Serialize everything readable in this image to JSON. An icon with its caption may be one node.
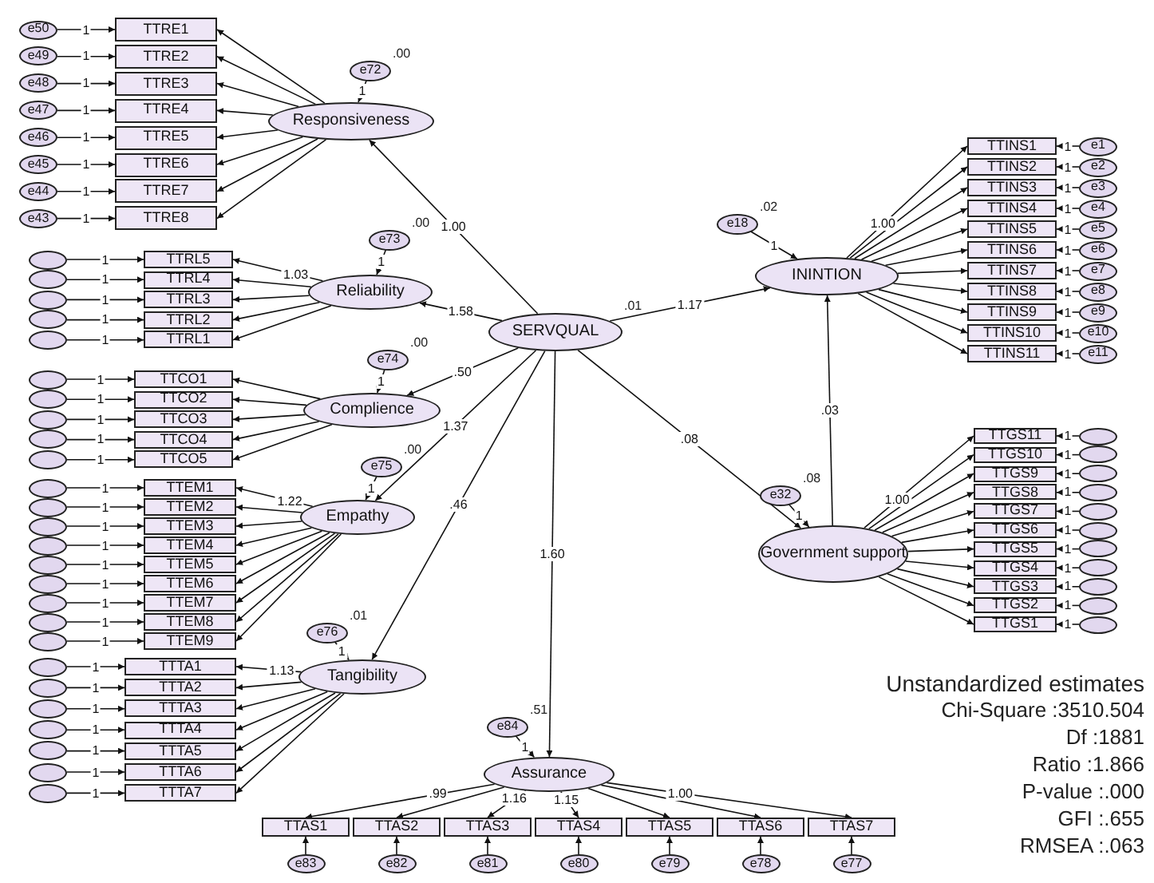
{
  "diagram": {
    "nodes": [
      {
        "text": [
          "SERVQUAL"
        ],
        "beside": [
          ".01"
        ]
      },
      {
        "text": [
          "Responsiveness"
        ]
      },
      {
        "text": [
          "Reliability"
        ]
      },
      {
        "text": [
          "Complience"
        ]
      },
      {
        "text": [
          "Empathy"
        ]
      },
      {
        "text": [
          "Tangibility"
        ]
      },
      {
        "text": [
          "Assurance"
        ]
      },
      {
        "text": [
          "ININTION"
        ]
      },
      {
        "text": [
          "Government support"
        ]
      },
      {
        "text": [
          "e72"
        ],
        "beside": [
          ".00"
        ]
      },
      {
        "text": [
          "e73"
        ],
        "beside": [
          ".00"
        ]
      },
      {
        "text": [
          "e74"
        ],
        "beside": [
          ".00"
        ]
      },
      {
        "text": [
          "e75"
        ],
        "beside": [
          ".00"
        ]
      },
      {
        "text": [
          "e76"
        ],
        "beside": [
          ".01"
        ]
      },
      {
        "text": [
          "e84"
        ],
        "beside": [
          ".51"
        ]
      },
      {
        "text": [
          "e18"
        ],
        "beside": [
          ".02"
        ]
      },
      {
        "text": [
          "e32"
        ],
        "beside": [
          ".08"
        ]
      },
      {
        "text": [
          "TTRE1"
        ]
      },
      {
        "text": [
          "TTRE2"
        ]
      },
      {
        "text": [
          "TTRE3"
        ]
      },
      {
        "text": [
          "TTRE4"
        ]
      },
      {
        "text": [
          "TTRE5"
        ]
      },
      {
        "text": [
          "TTRE6"
        ]
      },
      {
        "text": [
          "TTRE7"
        ]
      },
      {
        "text": [
          "TTRE8"
        ]
      },
      {
        "text": [
          "TTRL5"
        ]
      },
      {
        "text": [
          "TTRL4"
        ]
      },
      {
        "text": [
          "TTRL3"
        ]
      },
      {
        "text": [
          "TTRL2"
        ]
      },
      {
        "text": [
          "TTRL1"
        ]
      },
      {
        "text": [
          "TTCO1"
        ]
      },
      {
        "text": [
          "TTCO2"
        ]
      },
      {
        "text": [
          "TTCO3"
        ]
      },
      {
        "text": [
          "TTCO4"
        ]
      },
      {
        "text": [
          "TTCO5"
        ]
      },
      {
        "text": [
          "TTEM1"
        ]
      },
      {
        "text": [
          "TTEM2"
        ]
      },
      {
        "text": [
          "TTEM3"
        ]
      },
      {
        "text": [
          "TTEM4"
        ]
      },
      {
        "text": [
          "TTEM5"
        ]
      },
      {
        "text": [
          "TTEM6"
        ]
      },
      {
        "text": [
          "TTEM7"
        ]
      },
      {
        "text": [
          "TTEM8"
        ]
      },
      {
        "text": [
          "TTEM9"
        ]
      },
      {
        "text": [
          "TTTA1"
        ]
      },
      {
        "text": [
          "TTTA2"
        ]
      },
      {
        "text": [
          "TTTA3"
        ]
      },
      {
        "text": [
          "TTTA4"
        ]
      },
      {
        "text": [
          "TTTA5"
        ]
      },
      {
        "text": [
          "TTTA6"
        ]
      },
      {
        "text": [
          "TTTA7"
        ]
      },
      {
        "text": [
          "TTAS1"
        ]
      },
      {
        "text": [
          "TTAS2"
        ]
      },
      {
        "text": [
          "TTAS3"
        ]
      },
      {
        "text": [
          "TTAS4"
        ]
      },
      {
        "text": [
          "TTAS5"
        ]
      },
      {
        "text": [
          "TTAS6"
        ]
      },
      {
        "text": [
          "TTAS7"
        ]
      },
      {
        "text": [
          "TTINS1"
        ]
      },
      {
        "text": [
          "TTINS2"
        ]
      },
      {
        "text": [
          "TTINS3"
        ]
      },
      {
        "text": [
          "TTINS4"
        ]
      },
      {
        "text": [
          "TTINS5"
        ]
      },
      {
        "text": [
          "TTINS6"
        ]
      },
      {
        "text": [
          "TTINS7"
        ]
      },
      {
        "text": [
          "TTINS8"
        ]
      },
      {
        "text": [
          "TTINS9"
        ]
      },
      {
        "text": [
          "TTINS10"
        ]
      },
      {
        "text": [
          "TTINS11"
        ]
      },
      {
        "text": [
          "TTGS11"
        ]
      },
      {
        "text": [
          "TTGS10"
        ]
      },
      {
        "text": [
          "TTGS9"
        ]
      },
      {
        "text": [
          "TTGS8"
        ]
      },
      {
        "text": [
          "TTGS7"
        ]
      },
      {
        "text": [
          "TTGS6"
        ]
      },
      {
        "text": [
          "TTGS5"
        ]
      },
      {
        "text": [
          "TTGS4"
        ]
      },
      {
        "text": [
          "TTGS3"
        ]
      },
      {
        "text": [
          "TTGS2"
        ]
      },
      {
        "text": [
          "TTGS1"
        ]
      },
      {
        "text": [
          "e50"
        ]
      },
      {
        "text": [
          "e49"
        ]
      },
      {
        "text": [
          "e48"
        ]
      },
      {
        "text": [
          "e47"
        ]
      },
      {
        "text": [
          "e46"
        ]
      },
      {
        "text": [
          "e45"
        ]
      },
      {
        "text": [
          "e44"
        ]
      },
      {
        "text": [
          "e43"
        ]
      },
      {
        "text": [],
        "shape": "circle"
      },
      {
        "text": [],
        "shape": "circle"
      },
      {
        "text": [],
        "shape": "circle"
      },
      {
        "text": [],
        "shape": "circle"
      },
      {
        "text": [],
        "shape": "circle"
      },
      {
        "text": [],
        "shape": "circle"
      },
      {
        "text": [],
        "shape": "circle"
      },
      {
        "text": [],
        "shape": "circle"
      },
      {
        "text": [],
        "shape": "circle"
      },
      {
        "text": [],
        "shape": "circle"
      },
      {
        "text": [],
        "shape": "circle"
      },
      {
        "text": [],
        "shape": "circle"
      },
      {
        "text": [],
        "shape": "circle"
      },
      {
        "text": [],
        "shape": "circle"
      },
      {
        "text": [],
        "shape": "circle"
      },
      {
        "text": [],
        "shape": "circle"
      },
      {
        "text": [],
        "shape": "circle"
      },
      {
        "text": [],
        "shape": "circle"
      },
      {
        "text": [],
        "shape": "circle"
      },
      {
        "text": [],
        "shape": "circle"
      },
      {
        "text": [],
        "shape": "circle"
      },
      {
        "text": [],
        "shape": "circle"
      },
      {
        "text": [],
        "shape": "circle"
      },
      {
        "text": [],
        "shape": "circle"
      },
      {
        "text": [],
        "shape": "circle"
      },
      {
        "text": [],
        "shape": "circle"
      },
      {
        "text": [
          "e83"
        ]
      },
      {
        "text": [
          "e82"
        ]
      },
      {
        "text": [
          "e81"
        ]
      },
      {
        "text": [
          "e80"
        ]
      },
      {
        "text": [
          "e79"
        ]
      },
      {
        "text": [
          "e78"
        ]
      },
      {
        "text": [
          "e77"
        ]
      },
      {
        "text": [
          "e1"
        ]
      },
      {
        "text": [
          "e2"
        ]
      },
      {
        "text": [
          "e3"
        ]
      },
      {
        "text": [
          "e4"
        ]
      },
      {
        "text": [
          "e5"
        ]
      },
      {
        "text": [
          "e6"
        ]
      },
      {
        "text": [
          "e7"
        ]
      },
      {
        "text": [
          "e8"
        ]
      },
      {
        "text": [
          "e9"
        ]
      },
      {
        "text": [
          "e10"
        ]
      },
      {
        "text": [
          "e11"
        ]
      },
      {
        "text": [],
        "shape": "circle"
      },
      {
        "text": [],
        "shape": "circle"
      },
      {
        "text": [],
        "shape": "circle"
      },
      {
        "text": [],
        "shape": "circle"
      },
      {
        "text": [],
        "shape": "circle"
      },
      {
        "text": [],
        "shape": "circle"
      },
      {
        "text": [],
        "shape": "circle"
      },
      {
        "text": [],
        "shape": "circle"
      },
      {
        "text": [],
        "shape": "circle"
      },
      {
        "text": [],
        "shape": "circle"
      },
      {
        "text": [],
        "shape": "circle"
      }
    ],
    "edges": [
      {
        "from": 0,
        "to": 1,
        "arrow": "to",
        "label": "1.00"
      },
      {
        "from": 0,
        "to": 2,
        "arrow": "to",
        "label": "1.58"
      },
      {
        "from": 0,
        "to": 3,
        "arrow": "to",
        "label": ".50"
      },
      {
        "from": 0,
        "to": 4,
        "arrow": "to",
        "label": "1.37"
      },
      {
        "from": 0,
        "to": 5,
        "arrow": "to",
        "label": ".46"
      },
      {
        "from": 0,
        "to": 6,
        "arrow": "to",
        "label": "1.60"
      },
      {
        "from": 0,
        "to": 7,
        "arrow": "to",
        "label": "1.17"
      },
      {
        "from": 0,
        "to": 8,
        "arrow": "to",
        "label": ".08"
      },
      {
        "from": 8,
        "to": 7,
        "arrow": "to",
        "label": ".03"
      },
      {
        "from": 9,
        "to": 1,
        "arrow": "to",
        "label": "1"
      },
      {
        "from": 10,
        "to": 2,
        "arrow": "to",
        "label": "1"
      },
      {
        "from": 11,
        "to": 3,
        "arrow": "to",
        "label": "1"
      },
      {
        "from": 12,
        "to": 4,
        "arrow": "to",
        "label": "1"
      },
      {
        "from": 13,
        "to": 5,
        "arrow": "to",
        "label": "1"
      },
      {
        "from": 14,
        "to": 6,
        "arrow": "to",
        "label": "1"
      },
      {
        "from": 15,
        "to": 7,
        "arrow": "to",
        "label": "1"
      },
      {
        "from": 16,
        "to": 8,
        "arrow": "to",
        "label": "1"
      },
      {
        "from": 1,
        "to": 17,
        "arrow": "to"
      },
      {
        "from": 1,
        "to": 18,
        "arrow": "to"
      },
      {
        "from": 1,
        "to": 19,
        "arrow": "to"
      },
      {
        "from": 1,
        "to": 20,
        "arrow": "to"
      },
      {
        "from": 1,
        "to": 21,
        "arrow": "to"
      },
      {
        "from": 1,
        "to": 22,
        "arrow": "to"
      },
      {
        "from": 1,
        "to": 23,
        "arrow": "to"
      },
      {
        "from": 1,
        "to": 24,
        "arrow": "to"
      },
      {
        "from": 2,
        "to": 25,
        "arrow": "to",
        "label": "1.03"
      },
      {
        "from": 2,
        "to": 26,
        "arrow": "to"
      },
      {
        "from": 2,
        "to": 27,
        "arrow": "to"
      },
      {
        "from": 2,
        "to": 28,
        "arrow": "to"
      },
      {
        "from": 2,
        "to": 29,
        "arrow": "to"
      },
      {
        "from": 3,
        "to": 30,
        "arrow": "to"
      },
      {
        "from": 3,
        "to": 31,
        "arrow": "to"
      },
      {
        "from": 3,
        "to": 32,
        "arrow": "to"
      },
      {
        "from": 3,
        "to": 33,
        "arrow": "to"
      },
      {
        "from": 3,
        "to": 34,
        "arrow": "to"
      },
      {
        "from": 4,
        "to": 35,
        "arrow": "to",
        "label": "1.22"
      },
      {
        "from": 4,
        "to": 36,
        "arrow": "to"
      },
      {
        "from": 4,
        "to": 37,
        "arrow": "to"
      },
      {
        "from": 4,
        "to": 38,
        "arrow": "to"
      },
      {
        "from": 4,
        "to": 39,
        "arrow": "to"
      },
      {
        "from": 4,
        "to": 40,
        "arrow": "to"
      },
      {
        "from": 4,
        "to": 41,
        "arrow": "to"
      },
      {
        "from": 4,
        "to": 42,
        "arrow": "to"
      },
      {
        "from": 4,
        "to": 43,
        "arrow": "to"
      },
      {
        "from": 5,
        "to": 44,
        "arrow": "to",
        "label": "1.13"
      },
      {
        "from": 5,
        "to": 45,
        "arrow": "to"
      },
      {
        "from": 5,
        "to": 46,
        "arrow": "to"
      },
      {
        "from": 5,
        "to": 47,
        "arrow": "to"
      },
      {
        "from": 5,
        "to": 48,
        "arrow": "to"
      },
      {
        "from": 5,
        "to": 49,
        "arrow": "to"
      },
      {
        "from": 5,
        "to": 50,
        "arrow": "to"
      },
      {
        "from": 6,
        "to": 51,
        "arrow": "to",
        "label": ".99"
      },
      {
        "from": 6,
        "to": 52,
        "arrow": "to"
      },
      {
        "from": 6,
        "to": 53,
        "arrow": "to",
        "label": "1.16"
      },
      {
        "from": 6,
        "to": 54,
        "arrow": "to",
        "label": "1.15"
      },
      {
        "from": 6,
        "to": 55,
        "arrow": "to"
      },
      {
        "from": 6,
        "to": 56,
        "arrow": "to"
      },
      {
        "from": 6,
        "to": 57,
        "arrow": "to",
        "label": "1.00"
      },
      {
        "from": 7,
        "to": 58,
        "arrow": "to",
        "label": "1.00"
      },
      {
        "from": 7,
        "to": 59,
        "arrow": "to"
      },
      {
        "from": 7,
        "to": 60,
        "arrow": "to"
      },
      {
        "from": 7,
        "to": 61,
        "arrow": "to"
      },
      {
        "from": 7,
        "to": 62,
        "arrow": "to"
      },
      {
        "from": 7,
        "to": 63,
        "arrow": "to"
      },
      {
        "from": 7,
        "to": 64,
        "arrow": "to"
      },
      {
        "from": 7,
        "to": 65,
        "arrow": "to"
      },
      {
        "from": 7,
        "to": 66,
        "arrow": "to"
      },
      {
        "from": 7,
        "to": 67,
        "arrow": "to"
      },
      {
        "from": 7,
        "to": 68,
        "arrow": "to"
      },
      {
        "from": 8,
        "to": 69,
        "arrow": "to",
        "label": "1.00"
      },
      {
        "from": 8,
        "to": 70,
        "arrow": "to"
      },
      {
        "from": 8,
        "to": 71,
        "arrow": "to"
      },
      {
        "from": 8,
        "to": 72,
        "arrow": "to"
      },
      {
        "from": 8,
        "to": 73,
        "arrow": "to"
      },
      {
        "from": 8,
        "to": 74,
        "arrow": "to"
      },
      {
        "from": 8,
        "to": 75,
        "arrow": "to"
      },
      {
        "from": 8,
        "to": 76,
        "arrow": "to"
      },
      {
        "from": 8,
        "to": 77,
        "arrow": "to"
      },
      {
        "from": 8,
        "to": 78,
        "arrow": "to"
      },
      {
        "from": 8,
        "to": 79,
        "arrow": "to"
      },
      {
        "from": 80,
        "to": 17,
        "arrow": "to",
        "label": "1"
      },
      {
        "from": 81,
        "to": 18,
        "arrow": "to",
        "label": "1"
      },
      {
        "from": 82,
        "to": 19,
        "arrow": "to",
        "label": "1"
      },
      {
        "from": 83,
        "to": 20,
        "arrow": "to",
        "label": "1"
      },
      {
        "from": 84,
        "to": 21,
        "arrow": "to",
        "label": "1"
      },
      {
        "from": 85,
        "to": 22,
        "arrow": "to",
        "label": "1"
      },
      {
        "from": 86,
        "to": 23,
        "arrow": "to",
        "label": "1"
      },
      {
        "from": 87,
        "to": 24,
        "arrow": "to",
        "label": "1"
      },
      {
        "from": 88,
        "to": 25,
        "arrow": "to",
        "label": "1"
      },
      {
        "from": 89,
        "to": 26,
        "arrow": "to",
        "label": "1"
      },
      {
        "from": 90,
        "to": 27,
        "arrow": "to",
        "label": "1"
      },
      {
        "from": 91,
        "to": 28,
        "arrow": "to",
        "label": "1"
      },
      {
        "from": 92,
        "to": 29,
        "arrow": "to",
        "label": "1"
      },
      {
        "from": 93,
        "to": 30,
        "arrow": "to",
        "label": "1"
      },
      {
        "from": 94,
        "to": 31,
        "arrow": "to",
        "label": "1"
      },
      {
        "from": 95,
        "to": 32,
        "arrow": "to",
        "label": "1"
      },
      {
        "from": 96,
        "to": 33,
        "arrow": "to",
        "label": "1"
      },
      {
        "from": 97,
        "to": 34,
        "arrow": "to",
        "label": "1"
      },
      {
        "from": 98,
        "to": 35,
        "arrow": "to",
        "label": "1"
      },
      {
        "from": 99,
        "to": 36,
        "arrow": "to",
        "label": "1"
      },
      {
        "from": 100,
        "to": 37,
        "arrow": "to",
        "label": "1"
      },
      {
        "from": 101,
        "to": 38,
        "arrow": "to",
        "label": "1"
      },
      {
        "from": 102,
        "to": 39,
        "arrow": "to",
        "label": "1"
      },
      {
        "from": 103,
        "to": 40,
        "arrow": "to",
        "label": "1"
      },
      {
        "from": 104,
        "to": 41,
        "arrow": "to",
        "label": "1"
      },
      {
        "from": 105,
        "to": 42,
        "arrow": "to",
        "label": "1"
      },
      {
        "from": 106,
        "to": 43,
        "arrow": "to",
        "label": "1"
      },
      {
        "from": 107,
        "to": 44,
        "arrow": "to",
        "label": "1"
      },
      {
        "from": 108,
        "to": 45,
        "arrow": "to",
        "label": "1"
      },
      {
        "from": 109,
        "to": 46,
        "arrow": "to",
        "label": "1"
      },
      {
        "from": 110,
        "to": 47,
        "arrow": "to",
        "label": "1"
      },
      {
        "from": 111,
        "to": 48,
        "arrow": "to",
        "label": "1"
      },
      {
        "from": 112,
        "to": 49,
        "arrow": "to",
        "label": "1"
      },
      {
        "from": 113,
        "to": 50,
        "arrow": "to",
        "label": "1"
      },
      {
        "from": 114,
        "to": 51,
        "arrow": "to"
      },
      {
        "from": 115,
        "to": 52,
        "arrow": "to"
      },
      {
        "from": 116,
        "to": 53,
        "arrow": "to"
      },
      {
        "from": 117,
        "to": 54,
        "arrow": "to"
      },
      {
        "from": 118,
        "to": 55,
        "arrow": "to"
      },
      {
        "from": 119,
        "to": 56,
        "arrow": "to"
      },
      {
        "from": 120,
        "to": 57,
        "arrow": "to"
      },
      {
        "from": 121,
        "to": 58,
        "arrow": "to",
        "label": "1"
      },
      {
        "from": 122,
        "to": 59,
        "arrow": "to",
        "label": "1"
      },
      {
        "from": 123,
        "to": 60,
        "arrow": "to",
        "label": "1"
      },
      {
        "from": 124,
        "to": 61,
        "arrow": "to",
        "label": "1"
      },
      {
        "from": 125,
        "to": 62,
        "arrow": "to",
        "label": "1"
      },
      {
        "from": 126,
        "to": 63,
        "arrow": "to",
        "label": "1"
      },
      {
        "from": 127,
        "to": 64,
        "arrow": "to",
        "label": "1"
      },
      {
        "from": 128,
        "to": 65,
        "arrow": "to",
        "label": "1"
      },
      {
        "from": 129,
        "to": 66,
        "arrow": "to",
        "label": "1"
      },
      {
        "from": 130,
        "to": 67,
        "arrow": "to",
        "label": "1"
      },
      {
        "from": 131,
        "to": 68,
        "arrow": "to",
        "label": "1"
      },
      {
        "from": 132,
        "to": 69,
        "arrow": "to",
        "label": "1"
      },
      {
        "from": 133,
        "to": 70,
        "arrow": "to",
        "label": "1"
      },
      {
        "from": 134,
        "to": 71,
        "arrow": "to",
        "label": "1"
      },
      {
        "from": 135,
        "to": 72,
        "arrow": "to",
        "label": "1"
      },
      {
        "from": 136,
        "to": 73,
        "arrow": "to",
        "label": "1"
      },
      {
        "from": 137,
        "to": 74,
        "arrow": "to",
        "label": "1"
      },
      {
        "from": 138,
        "to": 75,
        "arrow": "to",
        "label": "1"
      },
      {
        "from": 139,
        "to": 76,
        "arrow": "to",
        "label": "1"
      },
      {
        "from": 140,
        "to": 77,
        "arrow": "to",
        "label": "1"
      },
      {
        "from": 141,
        "to": 78,
        "arrow": "to",
        "label": "1"
      },
      {
        "from": 142,
        "to": 79,
        "arrow": "to",
        "label": "1"
      }
    ],
    "labels": [
      "Unstandardized estimates",
      "Chi-Square :3510.504",
      "Df :1881",
      "Ratio :1.866",
      "P-value :.000",
      "GFI :.655",
      "RMSEA :.063"
    ]
  }
}
